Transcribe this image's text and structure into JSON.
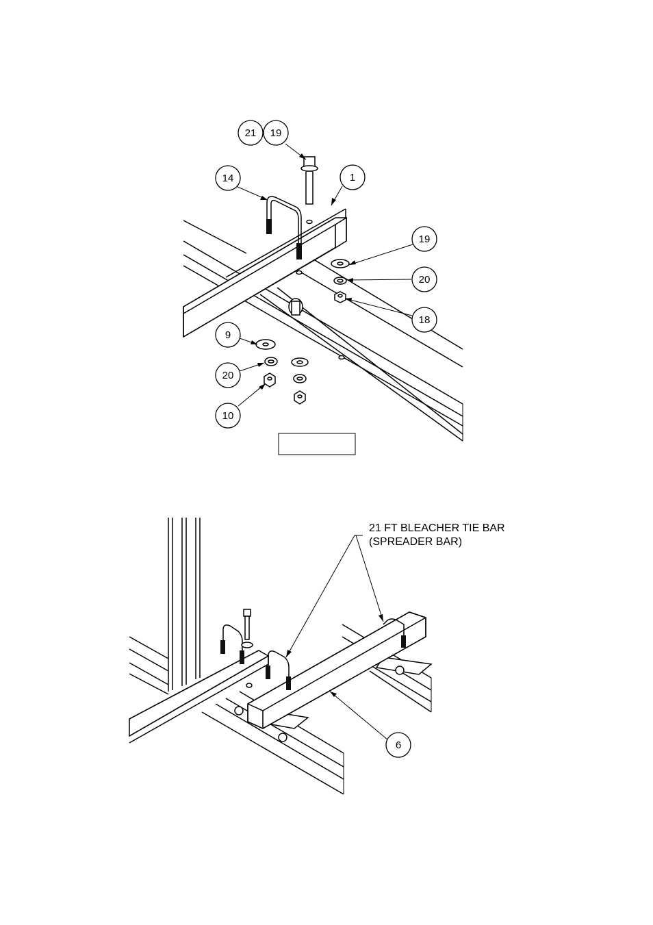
{
  "figure1": {
    "callouts": [
      {
        "id": "b21",
        "label": "21"
      },
      {
        "id": "b19a",
        "label": "19"
      },
      {
        "id": "b14",
        "label": "14"
      },
      {
        "id": "b1",
        "label": "1"
      },
      {
        "id": "b19b",
        "label": "19"
      },
      {
        "id": "b20a",
        "label": "20"
      },
      {
        "id": "b18",
        "label": "18"
      },
      {
        "id": "b9",
        "label": "9"
      },
      {
        "id": "b20b",
        "label": "20"
      },
      {
        "id": "b10",
        "label": "10"
      }
    ],
    "caption_box_text": ""
  },
  "figure2": {
    "callouts": [
      {
        "id": "b6",
        "label": "6"
      }
    ],
    "note_line1": "21 FT BLEACHER TIE BAR",
    "note_line2": "(SPREADER BAR)"
  }
}
